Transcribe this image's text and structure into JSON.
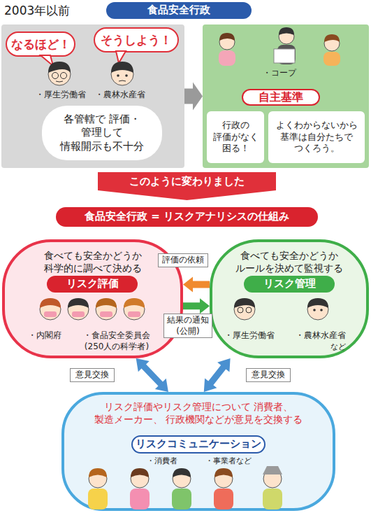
{
  "diagram": {
    "nodes": [
      {
        "text": [
          "食品安全行政"
        ]
      },
      {
        "text": [
          "・厚生労働省",
          "・農林水産省"
        ]
      },
      {
        "text": [
          "なるほど！"
        ],
        "in": 1
      },
      {
        "text": [
          "そうしよう！"
        ],
        "in": 1
      },
      {
        "text": [
          "各管轄で 評価・管理して 情報開示も不十分"
        ],
        "in": 1
      },
      {
        "text": [
          "・コープ"
        ]
      },
      {
        "text": [
          "自主基準"
        ],
        "in": 5
      },
      {
        "text": [
          "行政の 評価がなく 困る！"
        ],
        "in": 5
      },
      {
        "text": [
          "よくわからないから 基準は自分たちで つくろう。"
        ],
        "in": 5
      },
      {
        "text": [
          "このように変わりました"
        ]
      },
      {
        "text": [
          "食品安全行政 = リスクアナリシスの仕組み"
        ]
      },
      {
        "text": [
          "食べても安全かどうか 科学的に調べて決める",
          "・内閣府",
          "・食品安全委員会 (250人の科学者)"
        ]
      },
      {
        "text": [
          "リスク評価"
        ],
        "in": 11
      },
      {
        "text": [
          "食べても安全かどうか ルールを決めて監視する",
          "・厚生労働省",
          "・農林水産省",
          "など"
        ]
      },
      {
        "text": [
          "リスク管理"
        ],
        "in": 13
      },
      {
        "text": [
          "リスク評価やリスク管理について 消費者、製造メーカー、 行政機関などが意見を交換する",
          "・消費者",
          "・事業者など"
        ]
      },
      {
        "text": [
          "リスクコミュニケーション"
        ],
        "in": 15
      }
    ],
    "edges": [
      {
        "from": 1,
        "to": 5,
        "arrow": "to"
      },
      {
        "from": 13,
        "to": 11,
        "label": "評価の依頼",
        "arrow": "to"
      },
      {
        "from": 11,
        "to": 13,
        "label": "結果の通知 (公開)",
        "arrow": "to"
      },
      {
        "from": 11,
        "to": 15,
        "label": "意見交換",
        "arrow": "both"
      },
      {
        "from": 13,
        "to": 15,
        "label": "意見交換",
        "arrow": "both"
      }
    ],
    "labels": [
      "2003年以前"
    ]
  }
}
